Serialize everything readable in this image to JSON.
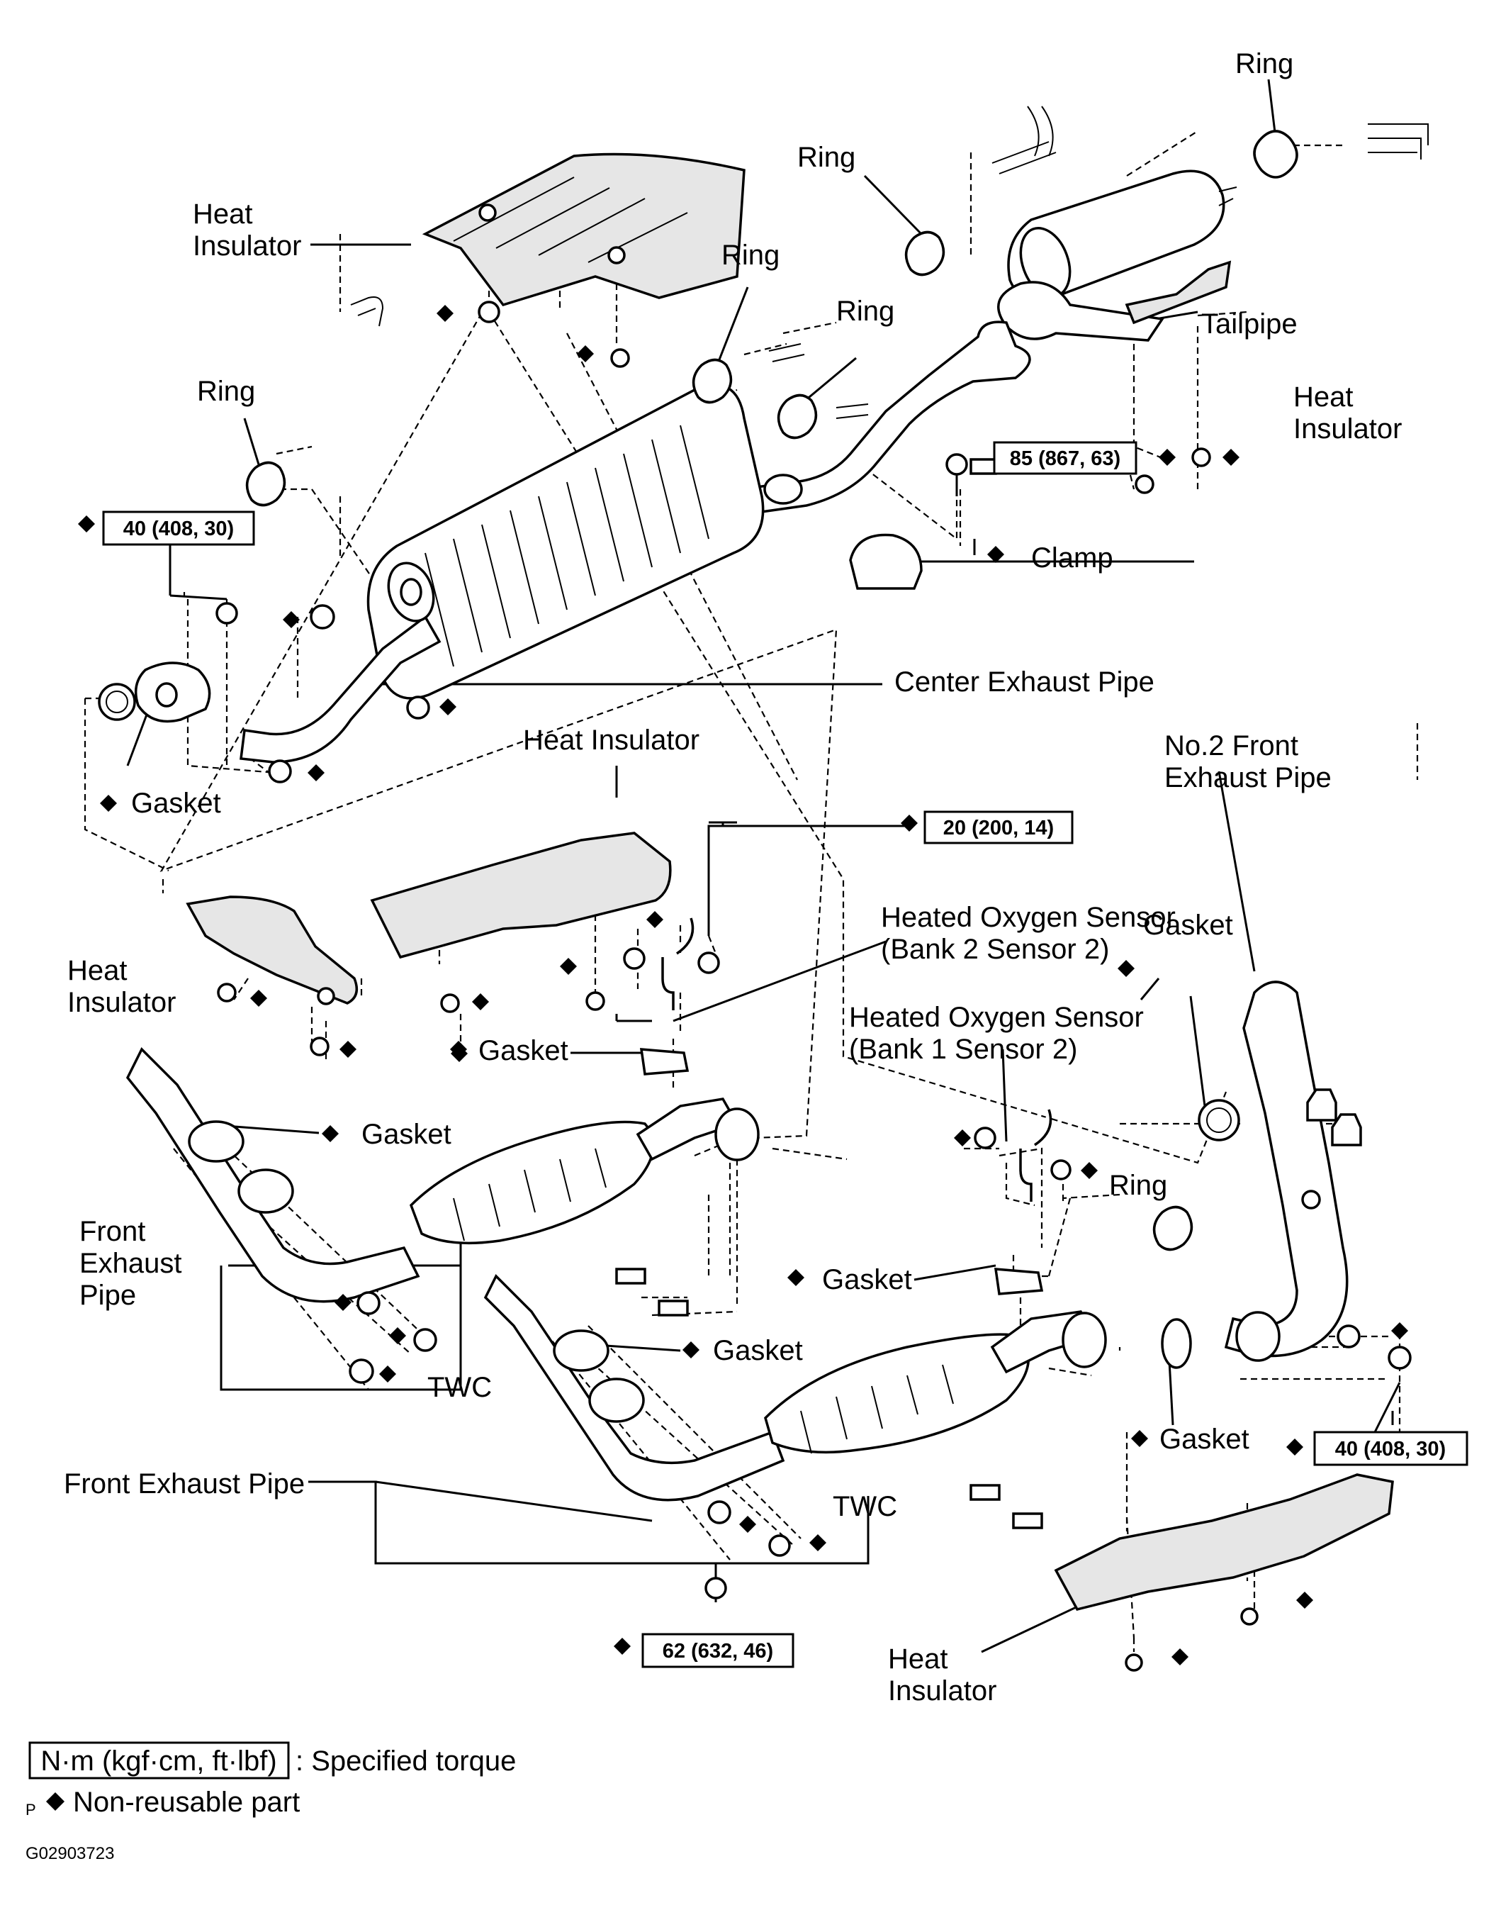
{
  "labels": {
    "ring_top_right": "Ring",
    "ring_upper_mid": "Ring",
    "ring_center_a": "Ring",
    "ring_center_b": "Ring",
    "ring_left": "Ring",
    "ring_right": "Ring",
    "heat_insulator_top": "Heat\nInsulator",
    "heat_insulator_right": "Heat\nInsulator",
    "heat_insulator_center": "Heat Insulator",
    "heat_insulator_left": "Heat\nInsulator",
    "heat_insulator_bottom": "Heat\nInsulator",
    "tailpipe": "Tailpipe",
    "clamp": "Clamp",
    "center_exhaust_pipe": "Center Exhaust Pipe",
    "gasket_left": "Gasket",
    "no2_front_exhaust_pipe": "No.2 Front\nExhaust Pipe",
    "heated_o2_bank2": "Heated Oxygen Sensor\n(Bank 2 Sensor 2)",
    "heated_o2_bank1": "Heated Oxygen Sensor\n(Bank 1 Sensor 2)",
    "gasket_right_upper": "Gasket",
    "gasket_sensor_bank2": "Gasket",
    "gasket_front_left": "Gasket",
    "gasket_front_right": "Gasket",
    "gasket_sensor_bank1": "Gasket",
    "gasket_right_lower": "Gasket",
    "front_exhaust_pipe_left": "Front\nExhaust\nPipe",
    "twc_left": "TWC",
    "front_exhaust_pipe_bottom": "Front Exhaust Pipe",
    "twc_right": "TWC"
  },
  "torques": {
    "t85": "85 (867, 63)",
    "t40_left": "40 (408, 30)",
    "t20": "20 (200, 14)",
    "t40_right": "40 (408, 30)",
    "t62": "62 (632, 46)"
  },
  "legend": {
    "torque_box": "N·m (kgf·cm, ft·lbf)",
    "torque_text": ": Specified torque",
    "p_mark": "P",
    "nonreusable_text": "Non-reusable part"
  },
  "figure_id": "G02903723",
  "icons": {
    "non_reusable": "diamond-icon"
  }
}
